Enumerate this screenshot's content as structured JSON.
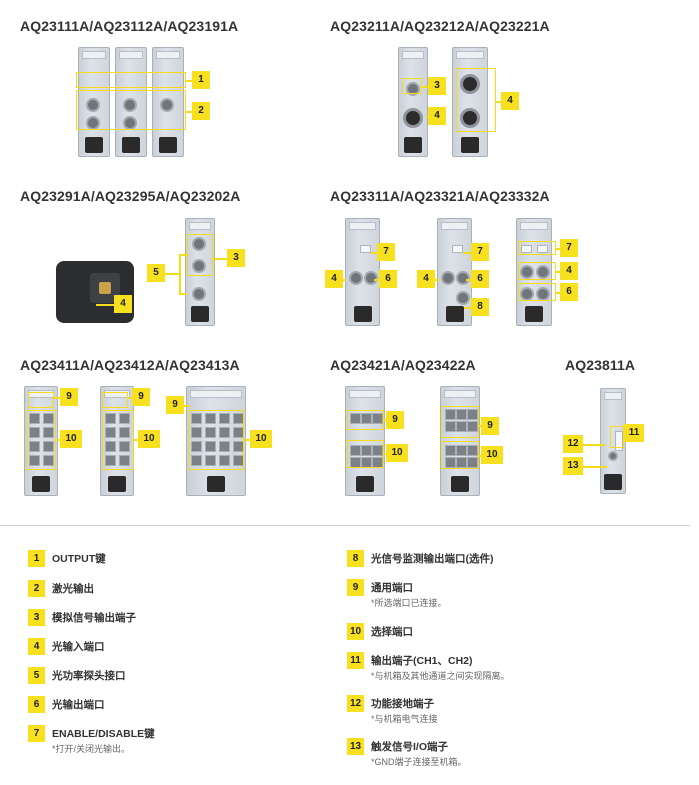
{
  "titles": {
    "g1": "AQ23111A/AQ23112A/AQ23191A",
    "g2": "AQ23211A/AQ23212A/AQ23221A",
    "g3": "AQ23291A/AQ23295A/AQ23202A",
    "g4": "AQ23311A/AQ23321A/AQ23332A",
    "g5": "AQ23411A/AQ23412A/AQ23413A",
    "g6": "AQ23421A/AQ23422A",
    "g7": "AQ23811A"
  },
  "legend": [
    {
      "num": "1",
      "label": "OUTPUT键",
      "note": ""
    },
    {
      "num": "2",
      "label": "激光输出",
      "note": ""
    },
    {
      "num": "3",
      "label": "模拟信号输出端子",
      "note": ""
    },
    {
      "num": "4",
      "label": "光输入端口",
      "note": ""
    },
    {
      "num": "5",
      "label": "光功率探头接口",
      "note": ""
    },
    {
      "num": "6",
      "label": "光输出端口",
      "note": ""
    },
    {
      "num": "7",
      "label": "ENABLE/DISABLE键",
      "note": "*打开/关闭光输出。"
    },
    {
      "num": "8",
      "label": "光信号监测输出端口(选件)",
      "note": ""
    },
    {
      "num": "9",
      "label": "通用端口",
      "note": "*所选端口已连接。"
    },
    {
      "num": "10",
      "label": "选择端口",
      "note": ""
    },
    {
      "num": "11",
      "label": "输出端子(CH1、CH2)",
      "note": "*与机箱及其他通道之间实现隔离。"
    },
    {
      "num": "12",
      "label": "功能接地端子",
      "note": "*与机箱电气连接"
    },
    {
      "num": "13",
      "label": "触发信号I/O端子",
      "note": "*GND端子连接至机箱。"
    }
  ],
  "callouts": {
    "c1": "1",
    "c2": "2",
    "c3a": "3",
    "c4a": "4",
    "c4b": "4",
    "c3b": "3",
    "c5": "5",
    "c4c": "4",
    "c7a": "7",
    "c4d": "4",
    "c6a": "6",
    "c7b": "7",
    "c4e": "4",
    "c6b": "6",
    "c8": "8",
    "c7c": "7",
    "c4f": "4",
    "c6c": "6",
    "c9a": "9",
    "c10a": "10",
    "c9b": "9",
    "c10b": "10",
    "c9c": "9",
    "c10c": "10",
    "c9d": "9",
    "c10d": "10",
    "c9e": "9",
    "c10e": "10",
    "c11": "11",
    "c12": "12",
    "c13": "13"
  }
}
